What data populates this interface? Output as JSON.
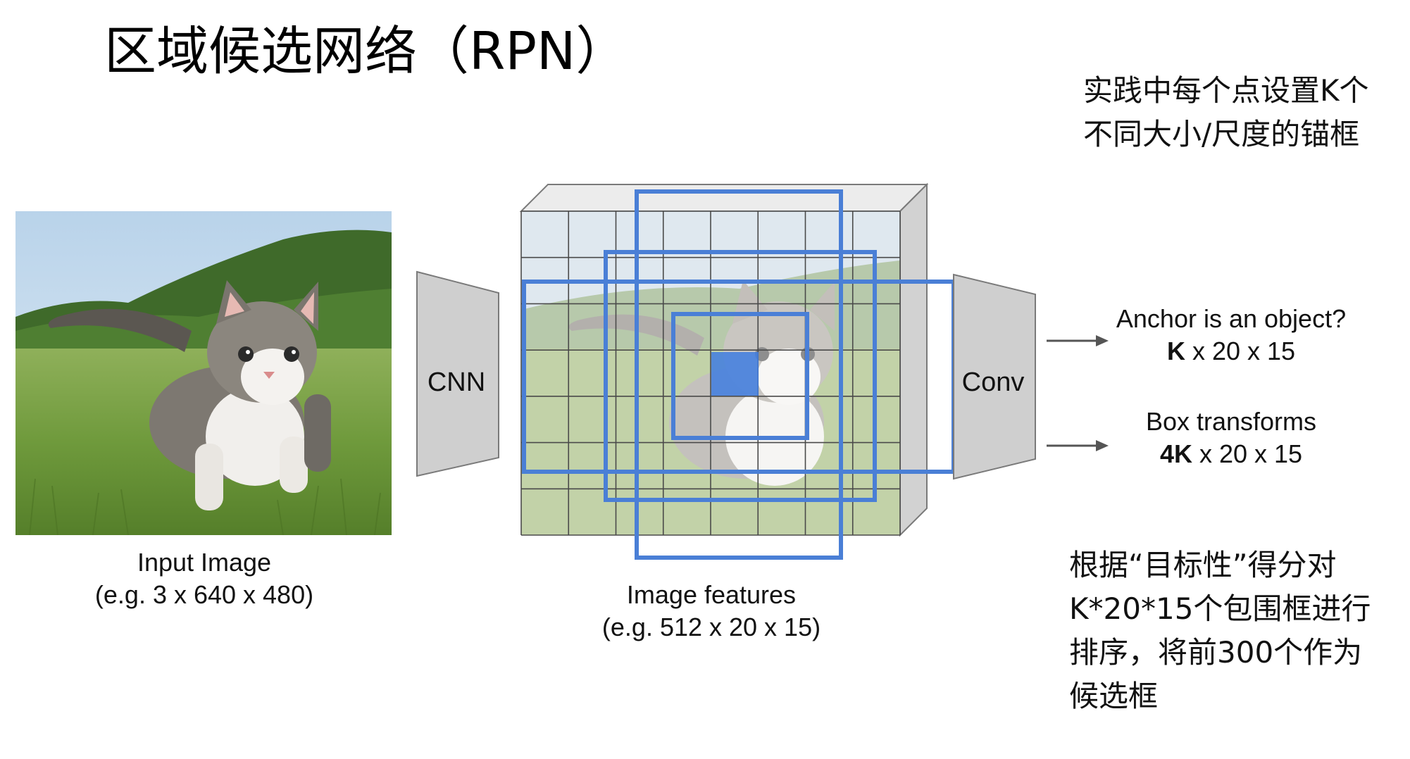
{
  "title": "区域候选网络（RPN）",
  "note_top": [
    "实践中每个点设置K个",
    "不同大小/尺度的锚框"
  ],
  "note_bottom": [
    "根据“目标性”得分对",
    "K*20*15个包围框进行",
    "排序，将前300个作为",
    "候选框"
  ],
  "input_caption": [
    "Input Image",
    "(e.g. 3 x 640 x 480)"
  ],
  "features_caption": [
    "Image features",
    "(e.g. 512 x 20 x 15)"
  ],
  "cnn_label": "CNN",
  "conv_label": "Conv",
  "outputs": {
    "anchor": {
      "line1": "Anchor is an object?",
      "bold": "K",
      "rest": " x 20 x 15"
    },
    "box": {
      "line1": "Box transforms",
      "bold": "4K",
      "rest": " x 20 x 15"
    }
  },
  "colors": {
    "anchor_box": "#4a7fd6",
    "highlight_cell": "#3f7de0",
    "trapezoid": "#cfcfcf",
    "grid_line": "#4a4a4a"
  }
}
